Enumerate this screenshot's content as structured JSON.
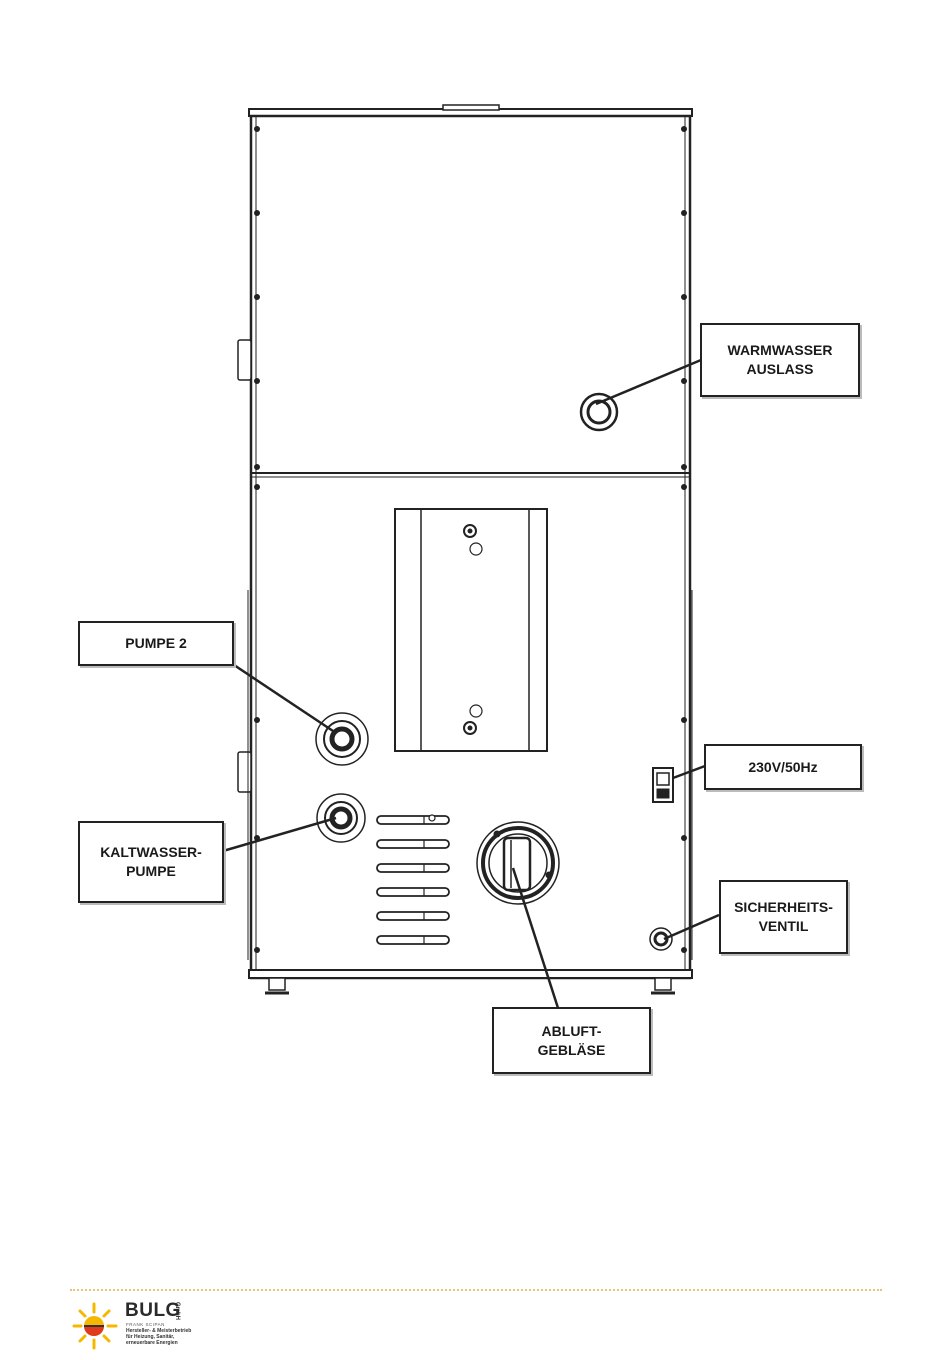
{
  "labels": {
    "warmwasser": [
      "WARMWASSER",
      "AUSLASS"
    ],
    "pumpe2": [
      "PUMPE 2"
    ],
    "kaltwasser": [
      "KALTWASSER-",
      "PUMPE"
    ],
    "power": [
      "230V/50Hz"
    ],
    "sicherheit": [
      "SICHERHEITS-",
      "VENTIL"
    ],
    "abluft": [
      "ABLUFT-",
      "GEBLÄSE"
    ]
  },
  "brand": {
    "name": "BULG",
    "gmbh": "GmbH",
    "owner": "FRANK SCIPAN",
    "tagline": [
      "Hersteller- & Meisterbetrieb",
      "für Heizung, Sanitär,",
      "erneuerbare Energien"
    ]
  },
  "colors": {
    "line": "#222222",
    "logo_yellow": "#f5b700",
    "logo_red": "#e03a1e",
    "footer_dots": "#e6c27a"
  }
}
